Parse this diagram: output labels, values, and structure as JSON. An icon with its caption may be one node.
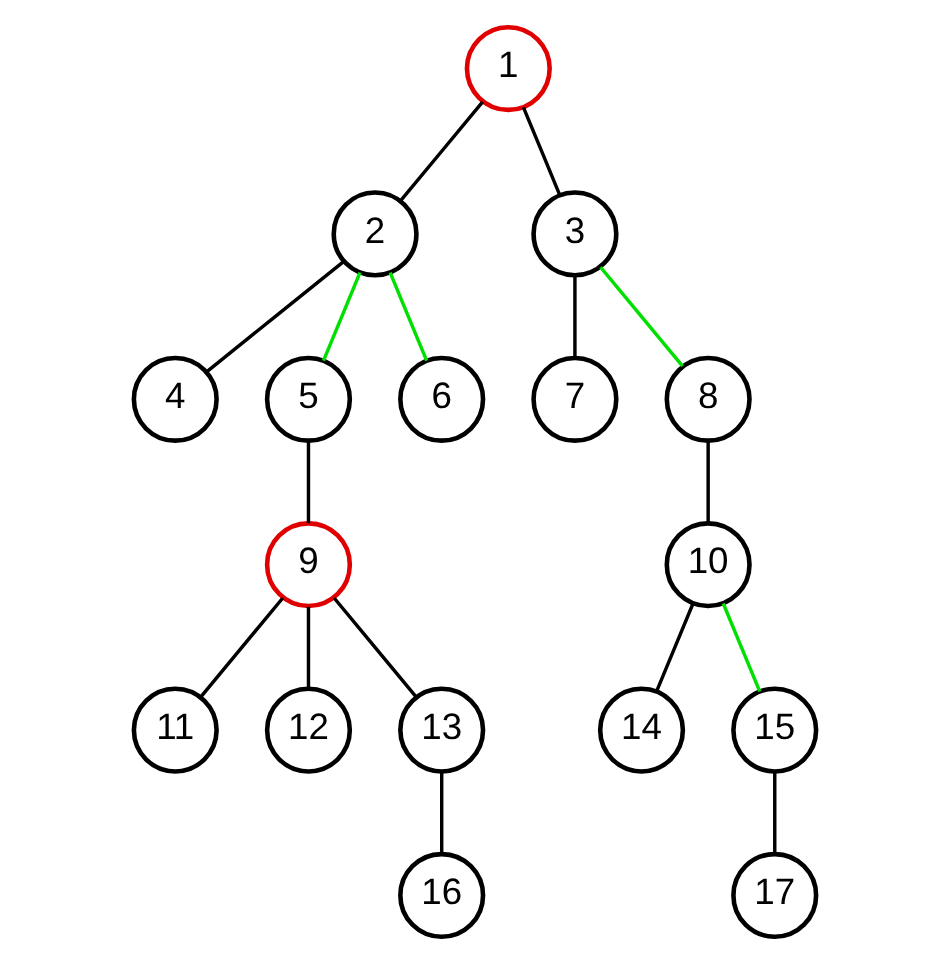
{
  "diagram": {
    "nodes": [
      {
        "text": [
          "1"
        ]
      },
      {
        "text": [
          "2"
        ]
      },
      {
        "text": [
          "3"
        ]
      },
      {
        "text": [
          "4"
        ]
      },
      {
        "text": [
          "5"
        ]
      },
      {
        "text": [
          "6"
        ]
      },
      {
        "text": [
          "7"
        ]
      },
      {
        "text": [
          "8"
        ]
      },
      {
        "text": [
          "9"
        ]
      },
      {
        "text": [
          "10"
        ]
      },
      {
        "text": [
          "11"
        ]
      },
      {
        "text": [
          "12"
        ]
      },
      {
        "text": [
          "13"
        ]
      },
      {
        "text": [
          "14"
        ]
      },
      {
        "text": [
          "15"
        ]
      },
      {
        "text": [
          "16"
        ]
      },
      {
        "text": [
          "17"
        ]
      }
    ],
    "edges": [
      {
        "from": 0,
        "to": 1,
        "arrow": "none"
      },
      {
        "from": 0,
        "to": 2,
        "arrow": "none"
      },
      {
        "from": 1,
        "to": 3,
        "arrow": "none"
      },
      {
        "from": 1,
        "to": 4,
        "arrow": "none",
        "color": "#00e000"
      },
      {
        "from": 1,
        "to": 5,
        "arrow": "none",
        "color": "#00e000"
      },
      {
        "from": 2,
        "to": 6,
        "arrow": "none"
      },
      {
        "from": 2,
        "to": 7,
        "arrow": "none",
        "color": "#00e000"
      },
      {
        "from": 4,
        "to": 8,
        "arrow": "none"
      },
      {
        "from": 7,
        "to": 9,
        "arrow": "none"
      },
      {
        "from": 8,
        "to": 10,
        "arrow": "none"
      },
      {
        "from": 8,
        "to": 11,
        "arrow": "none"
      },
      {
        "from": 8,
        "to": 12,
        "arrow": "none"
      },
      {
        "from": 9,
        "to": 13,
        "arrow": "none"
      },
      {
        "from": 9,
        "to": 14,
        "arrow": "none",
        "color": "#00e000"
      },
      {
        "from": 12,
        "to": 15,
        "arrow": "none"
      },
      {
        "from": 14,
        "to": 16,
        "arrow": "none"
      }
    ]
  }
}
